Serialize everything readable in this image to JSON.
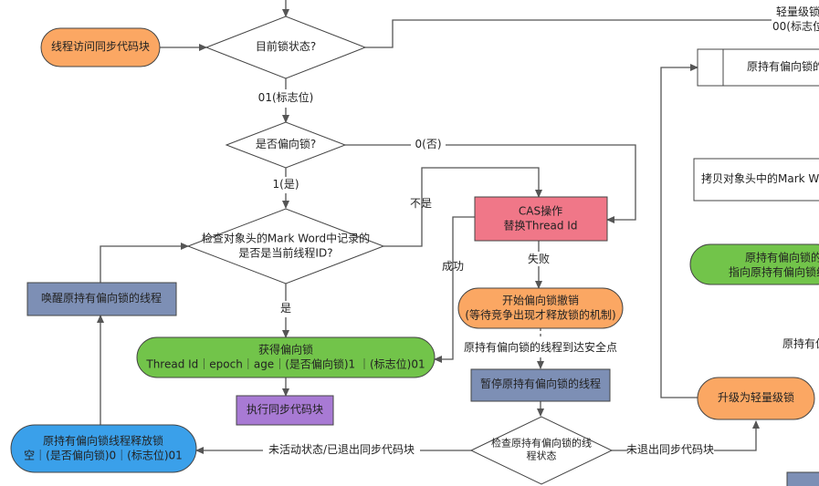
{
  "colors": {
    "orange": "#fba763",
    "green": "#72c44a",
    "blue_gray": "#7d8fb5",
    "pink": "#f07788",
    "purple": "#a87ad4",
    "blue": "#3aa0ea",
    "stroke": "#444444",
    "line": "#555555"
  },
  "nodes": {
    "start": "线程访问同步代码块",
    "cur_state": "目前锁状态?",
    "is_biased": "是否偏向锁?",
    "check_mark_1": "检查对象头的Mark Word中记录的",
    "check_mark_2": "是否是当前线程ID?",
    "cas_1": "CAS操作",
    "cas_2": "替换Thread Id",
    "wake": "唤醒原持有偏向锁的线程",
    "get_biased": "获得偏向锁",
    "get_biased_detail": "Thread Id｜epoch｜age｜(是否偏向锁)1 ｜(标志位)01",
    "exec_sync": "执行同步代码块",
    "revoke_1": "开始偏向锁撤销",
    "revoke_2": "(等待竞争出现才释放锁的机制)",
    "pause": "暂停原持有偏向锁的线程",
    "check_state_1": "检查原持有偏向锁的线",
    "check_state_2": "程状态",
    "release_1": "原持有偏向锁线程释放锁",
    "release_2": "空｜(是否偏向锁)0｜(标志位)01",
    "upgrade": "升级为轻量级锁",
    "right_top": "原持有偏向锁的线",
    "copy_mark": "拷贝对象头中的Mark Word到",
    "right_green_1": "原持有偏向锁的",
    "right_green_2": "指向原持有偏向锁线程",
    "right_text": "原持有偏"
  },
  "edges": {
    "flag01": "01(标志位)",
    "light_lock": "轻量级锁",
    "flag00": "00(标志位",
    "no_zero": "0(否)",
    "yes_one": "1(是)",
    "not_yes": "不是",
    "success": "成功",
    "fail": "失败",
    "yes": "是",
    "safe_point": "原持有偏向锁的线程到达安全点",
    "inactive": "未活动状态/已退出同步代码块",
    "not_exited": "未退出同步代码块"
  }
}
